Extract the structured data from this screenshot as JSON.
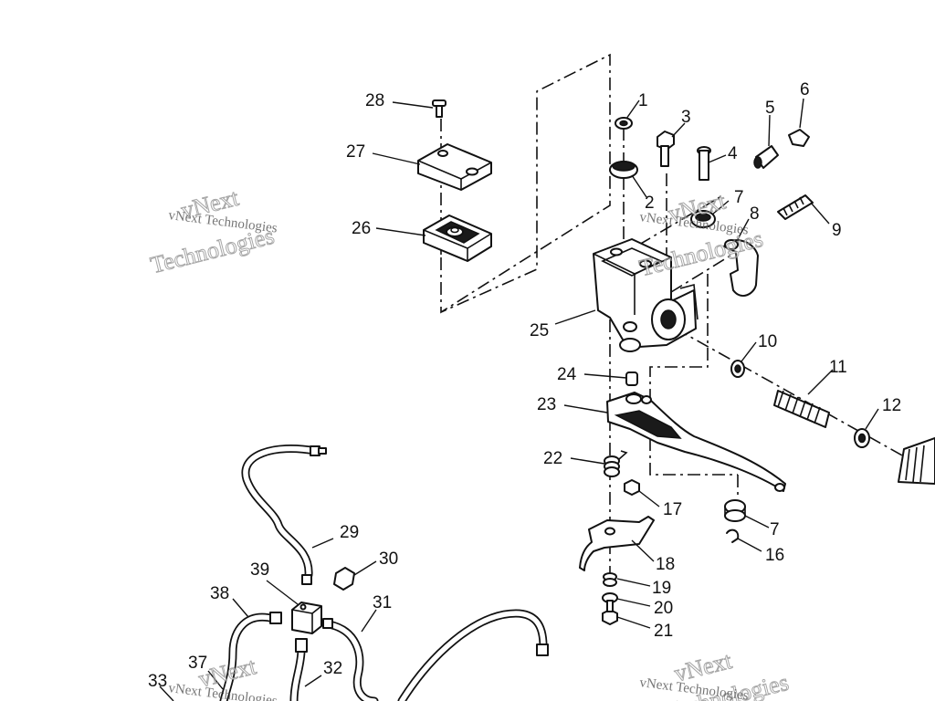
{
  "callouts": {
    "c1": "1",
    "c2": "2",
    "c3": "3",
    "c4": "4",
    "c5": "5",
    "c6": "6",
    "c7a": "7",
    "c7b": "7",
    "c8": "8",
    "c9": "9",
    "c10": "10",
    "c11": "11",
    "c12": "12",
    "c16": "16",
    "c17": "17",
    "c18": "18",
    "c19": "19",
    "c20": "20",
    "c21": "21",
    "c22": "22",
    "c23": "23",
    "c24": "24",
    "c25": "25",
    "c26": "26",
    "c27": "27",
    "c28": "28",
    "c29": "29",
    "c30": "30",
    "c31": "31",
    "c32": "32",
    "c33": "33",
    "c37": "37",
    "c38": "38",
    "c39": "39"
  },
  "watermark": {
    "text": "vNext Technologies",
    "word1": "vNext",
    "word2": "Technologies"
  }
}
